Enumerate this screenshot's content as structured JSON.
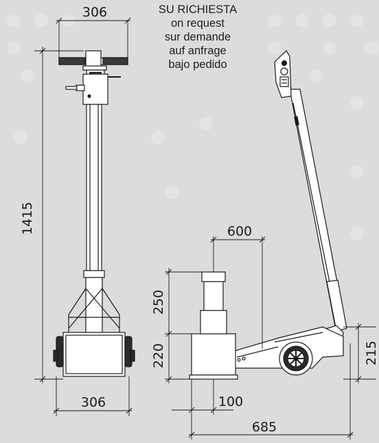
{
  "note": {
    "lines": [
      "SU RICHIESTA",
      "on request",
      "sur demande",
      "auf anfrage",
      "bajo pedido"
    ]
  },
  "dimensions": {
    "top_width": "306",
    "bottom_width": "306",
    "height_total": "1415",
    "reach": "600",
    "extension": "250",
    "min_height": "220",
    "handle_height": "215",
    "saddle_offset": "100",
    "length": "685"
  },
  "colors": {
    "background": "#dcdcdc",
    "line": "#1a1a1a",
    "fill": "#ffffff"
  }
}
